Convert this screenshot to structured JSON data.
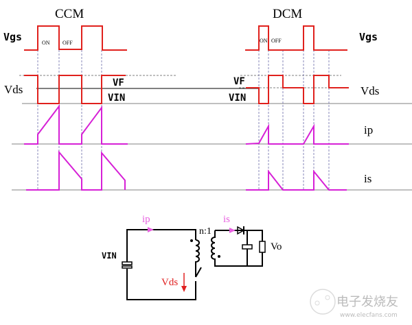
{
  "ccm": {
    "title": "CCM",
    "vgs_label": "Vgs",
    "vds_label": "Vds",
    "on_label": "ON",
    "off_label": "OFF",
    "vf_label": "VF",
    "vin_label": "VIN"
  },
  "dcm": {
    "title": "DCM",
    "vgs_label": "Vgs",
    "vds_label": "Vds",
    "ip_label": "ip",
    "is_label": "is",
    "on_label": "ON",
    "off_label": "OFF",
    "vf_label": "VF",
    "vin_label": "VIN"
  },
  "circuit": {
    "ip_label": "ip",
    "is_label": "is",
    "ratio_label": "n:1",
    "vin_label": "VIN",
    "vds_label": "Vds",
    "vo_label": "Vo"
  },
  "colors": {
    "gate": "#e0201c",
    "current": "#d620d6",
    "current_label": "#e860e0",
    "vds_arrow": "#e02020"
  },
  "watermark": {
    "brand": "电子发烧友",
    "url": "www.elecfans.com"
  }
}
